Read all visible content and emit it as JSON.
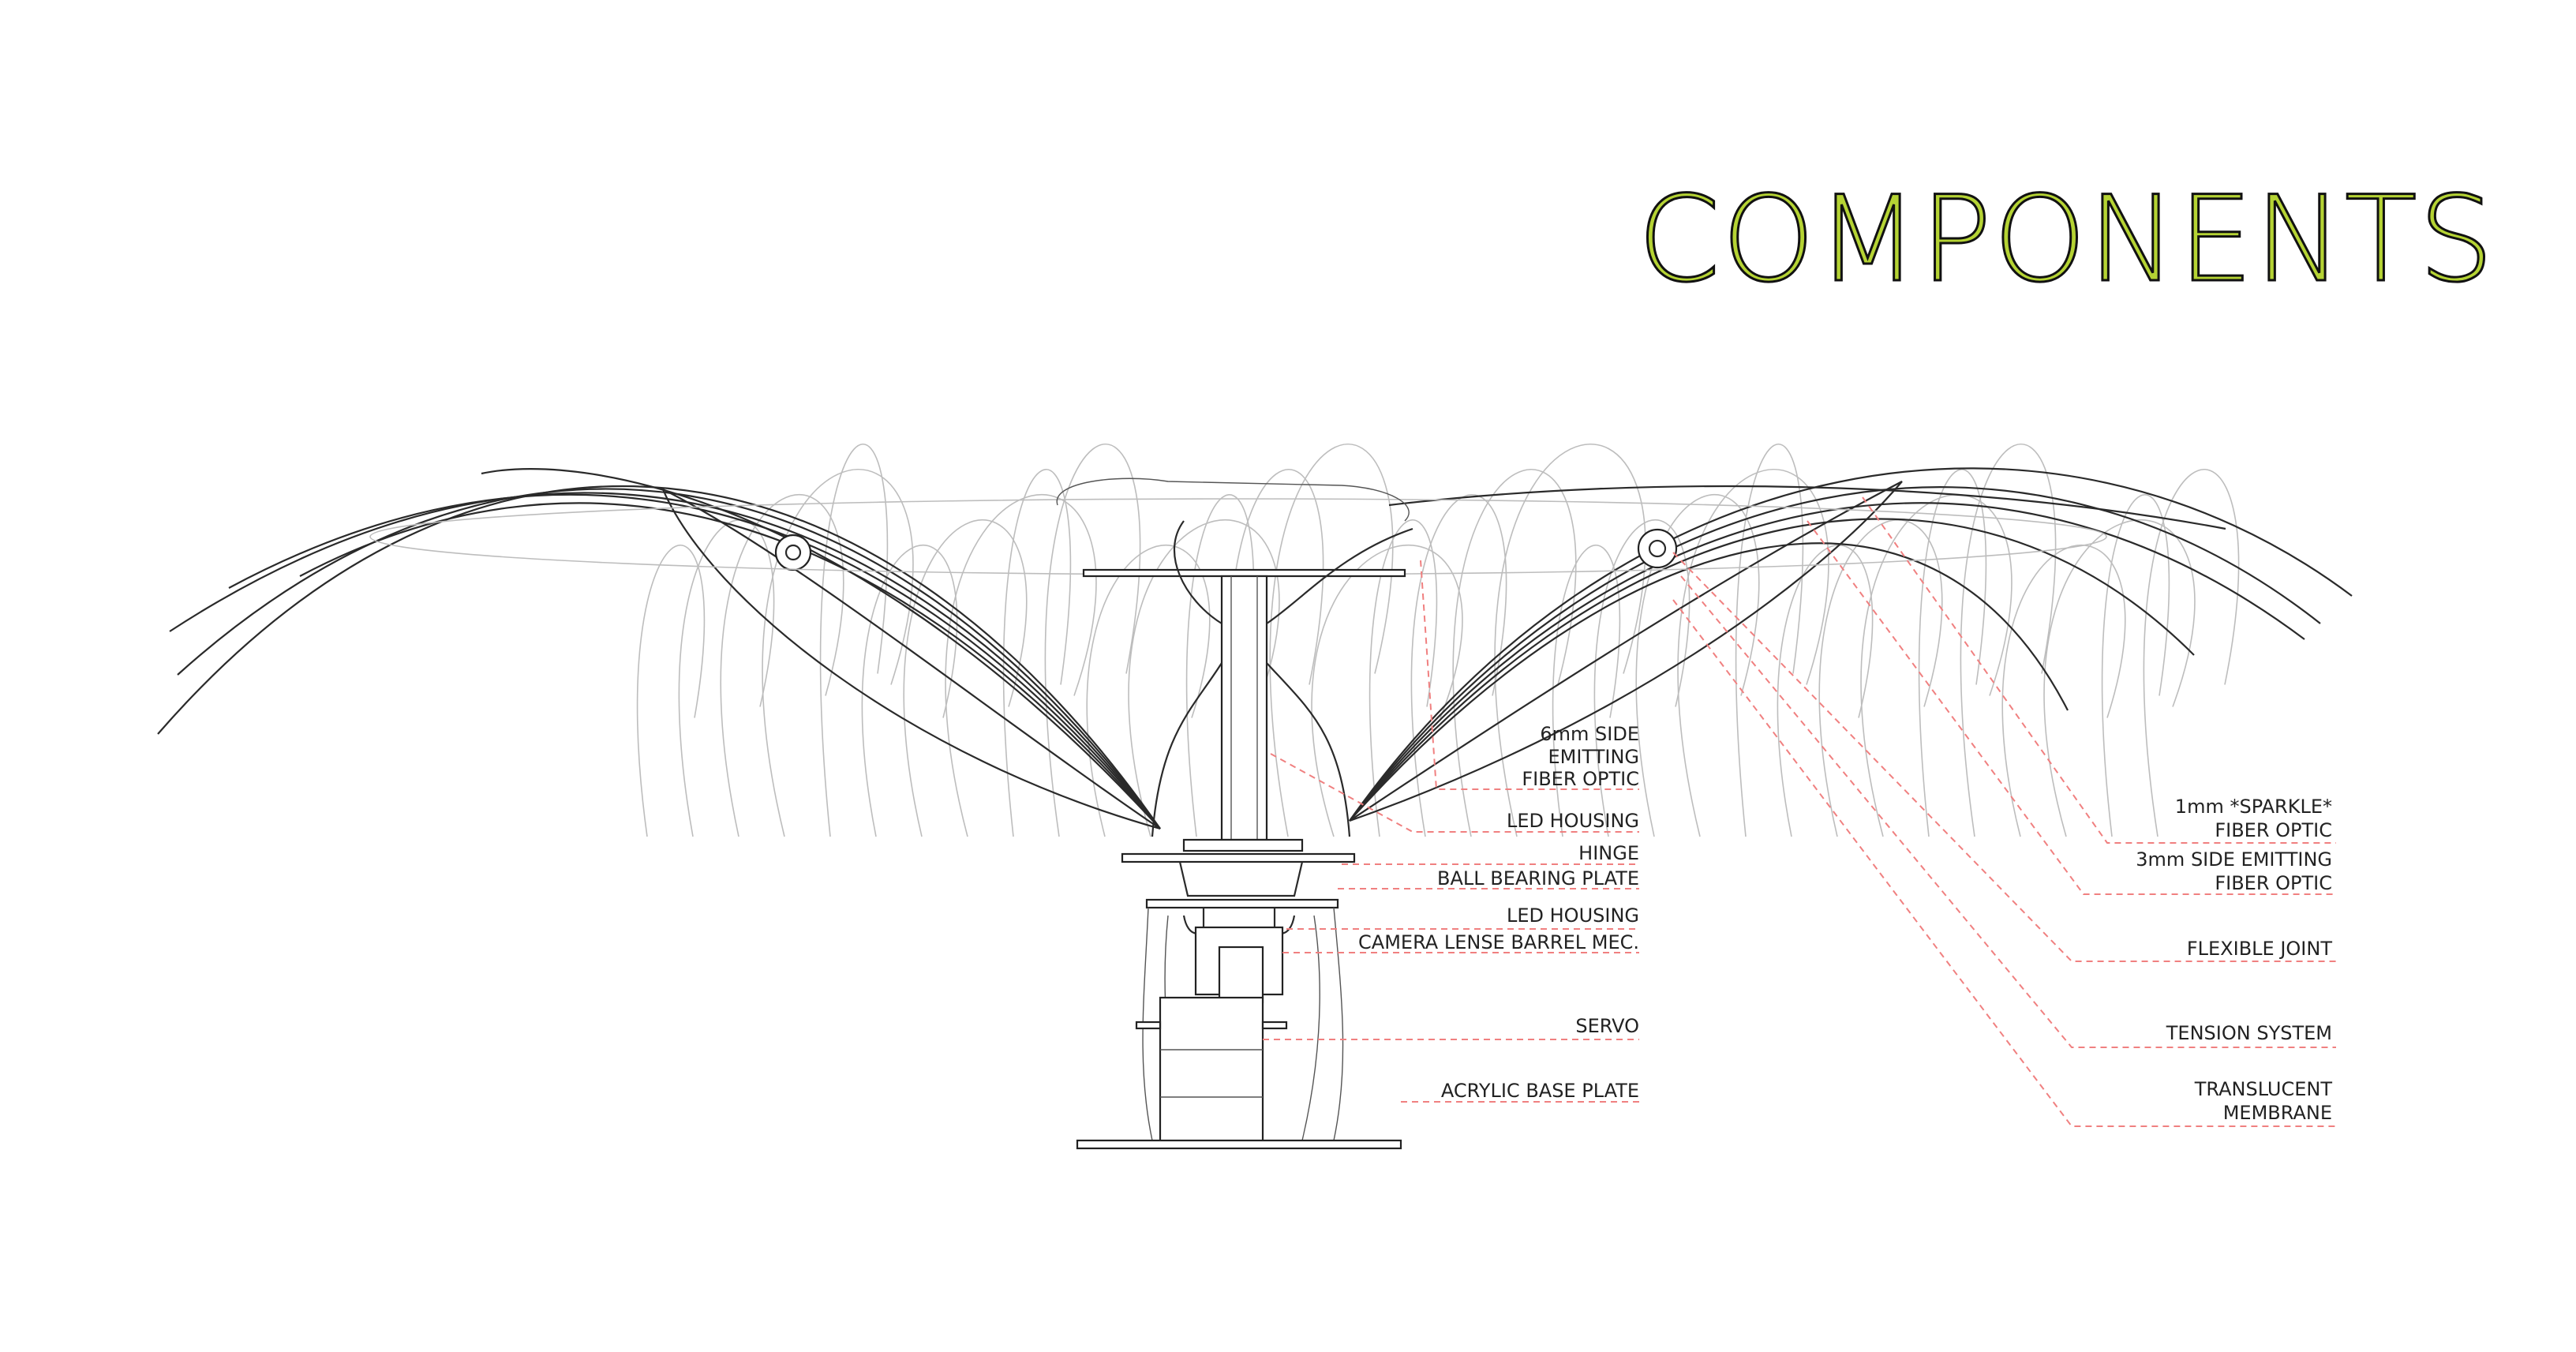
{
  "title": "COMPONENTS",
  "colors": {
    "title_fill": "#b5d334",
    "leader": "#f08080",
    "ink": "#2a2a2a"
  },
  "labels_left": [
    {
      "lines": [
        "6mm SIDE",
        "EMITTING",
        "FIBER OPTIC"
      ]
    },
    {
      "lines": [
        "LED HOUSING"
      ]
    },
    {
      "lines": [
        "HINGE"
      ]
    },
    {
      "lines": [
        "BALL BEARING PLATE"
      ]
    },
    {
      "lines": [
        "LED HOUSING"
      ]
    },
    {
      "lines": [
        "CAMERA LENSE BARREL MEC."
      ]
    },
    {
      "lines": [
        "SERVO"
      ]
    },
    {
      "lines": [
        "ACRYLIC BASE PLATE"
      ]
    }
  ],
  "labels_right": [
    {
      "lines": [
        "1mm *SPARKLE*",
        "FIBER OPTIC"
      ]
    },
    {
      "lines": [
        "3mm SIDE EMITTING",
        "FIBER OPTIC"
      ]
    },
    {
      "lines": [
        "FLEXIBLE JOINT"
      ]
    },
    {
      "lines": [
        "TENSION SYSTEM"
      ]
    },
    {
      "lines": [
        "TRANSLUCENT",
        "MEMBRANE"
      ]
    }
  ]
}
